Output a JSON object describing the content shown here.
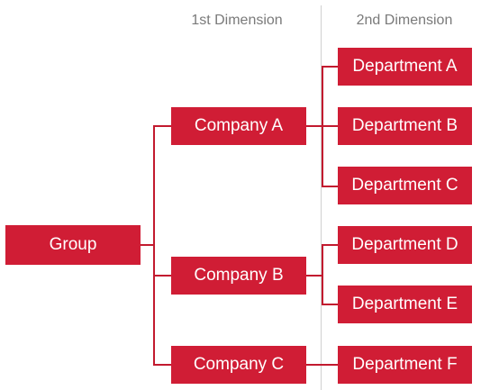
{
  "headers": {
    "first_dimension": "1st Dimension",
    "second_dimension": "2nd Dimension"
  },
  "nodes": {
    "group": "Group",
    "companies": [
      "Company A",
      "Company B",
      "Company C"
    ],
    "departments": [
      "Department A",
      "Department B",
      "Department C",
      "Department D",
      "Department E",
      "Department F"
    ]
  },
  "colors": {
    "node_fill": "#d01d35",
    "connector": "#c21a2f",
    "header_text": "#7a7a7a",
    "divider": "#d0d0d0"
  }
}
